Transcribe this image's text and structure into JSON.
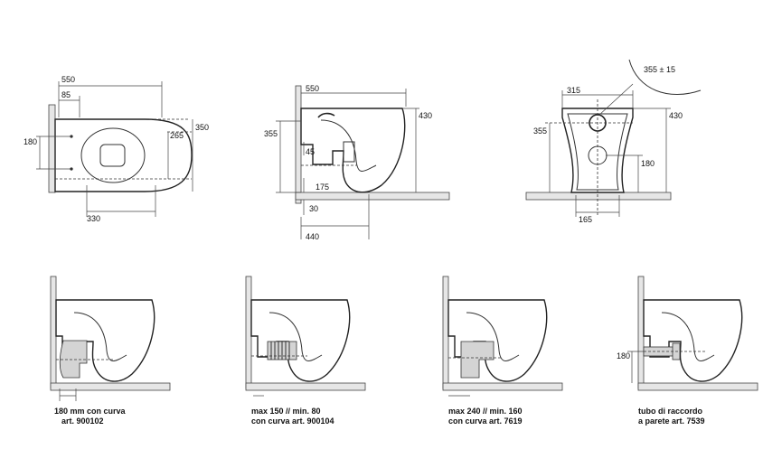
{
  "top_views": {
    "plan": {
      "dims": [
        "550",
        "85",
        "350",
        "265",
        "180",
        "330"
      ]
    },
    "side": {
      "dims": [
        "550",
        "430",
        "355",
        "45",
        "175",
        "30",
        "440"
      ]
    },
    "front": {
      "dims": [
        "355 ± 15",
        "315",
        "430",
        "355",
        "180",
        "165"
      ]
    }
  },
  "install_views": [
    {
      "caption_1": "180 mm con curva",
      "caption_2": "art. 900102"
    },
    {
      "caption_1": "max 150 // min. 80",
      "caption_2": "con curva art. 900104"
    },
    {
      "caption_1": "max 240 // min. 160",
      "caption_2": "con curva art. 7619"
    },
    {
      "caption_1": "tubo di raccordo",
      "caption_2": "a parete art. 7539",
      "dim": "180"
    }
  ]
}
